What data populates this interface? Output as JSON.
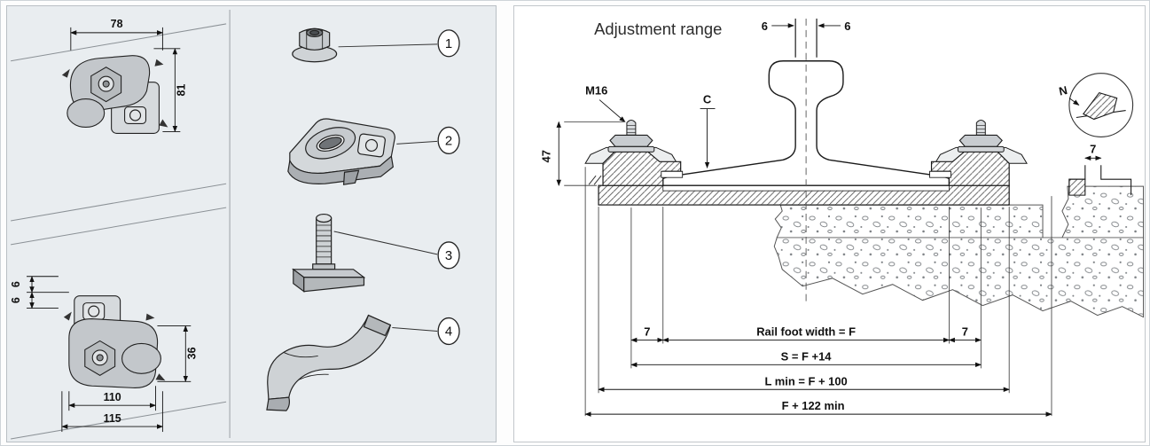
{
  "colors": {
    "panel_bg": "#e9edf0",
    "panel_border": "#b9bfc4",
    "line": "#1a1a1a",
    "dim_text": "#111111",
    "metal_light": "#d6dadd",
    "metal_mid": "#c3c7cb",
    "metal_dark": "#a9adb1"
  },
  "left_panel": {
    "plan_top": {
      "dim_width": "78",
      "dim_height": "81"
    },
    "plan_bottom": {
      "dim_offset_a": "6",
      "dim_offset_b": "6",
      "dim_height": "36",
      "dim_width_inner": "110",
      "dim_width_outer": "115"
    },
    "parts": [
      {
        "number": "1"
      },
      {
        "number": "2"
      },
      {
        "number": "3"
      },
      {
        "number": "4"
      }
    ]
  },
  "right_panel": {
    "title": "Adjustment range",
    "adjust_left": "6",
    "adjust_right": "6",
    "bolt_label": "M16",
    "clearance_label": "C",
    "height_dim": "47",
    "detail_label": "N",
    "detail_dim": "7",
    "gap_left": "7",
    "gap_right": "7",
    "rail_foot_label": "Rail foot width = F",
    "s_label": "S = F +14",
    "l_label": "L min = F + 100",
    "f_label": "F + 122 min"
  }
}
